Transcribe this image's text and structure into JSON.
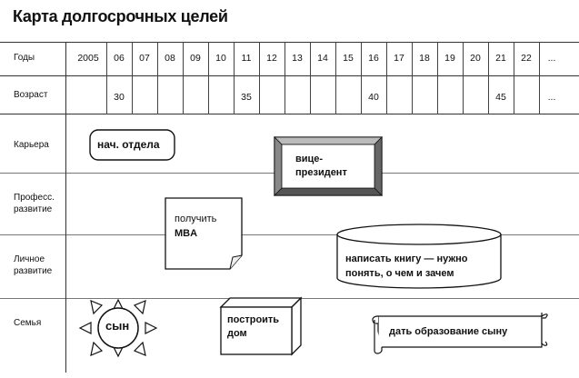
{
  "title": "Карта долгосрочных целей",
  "rows": {
    "years": "Годы",
    "age": "Возраст",
    "career": "Карьера",
    "prof1": "Професс.",
    "prof2": "развитие",
    "personal1": "Личное",
    "personal2": "развитие",
    "family": "Семья"
  },
  "years": [
    "2005",
    "06",
    "07",
    "08",
    "09",
    "10",
    "11",
    "12",
    "13",
    "14",
    "15",
    "16",
    "17",
    "18",
    "19",
    "20",
    "21",
    "22",
    "..."
  ],
  "ages": {
    "a30": "30",
    "a35": "35",
    "a40": "40",
    "a45": "45",
    "more": "..."
  },
  "goals": {
    "head_of_dept": "нач. отдела",
    "vp1": "вице-",
    "vp2": "президент",
    "mba1": "получить",
    "mba2": "MBA",
    "book1": "написать книгу — нужно",
    "book2": "понять, о чем и зачем",
    "son": "сын",
    "house1": "построить",
    "house2": "дом",
    "education": "дать образование сыну"
  }
}
